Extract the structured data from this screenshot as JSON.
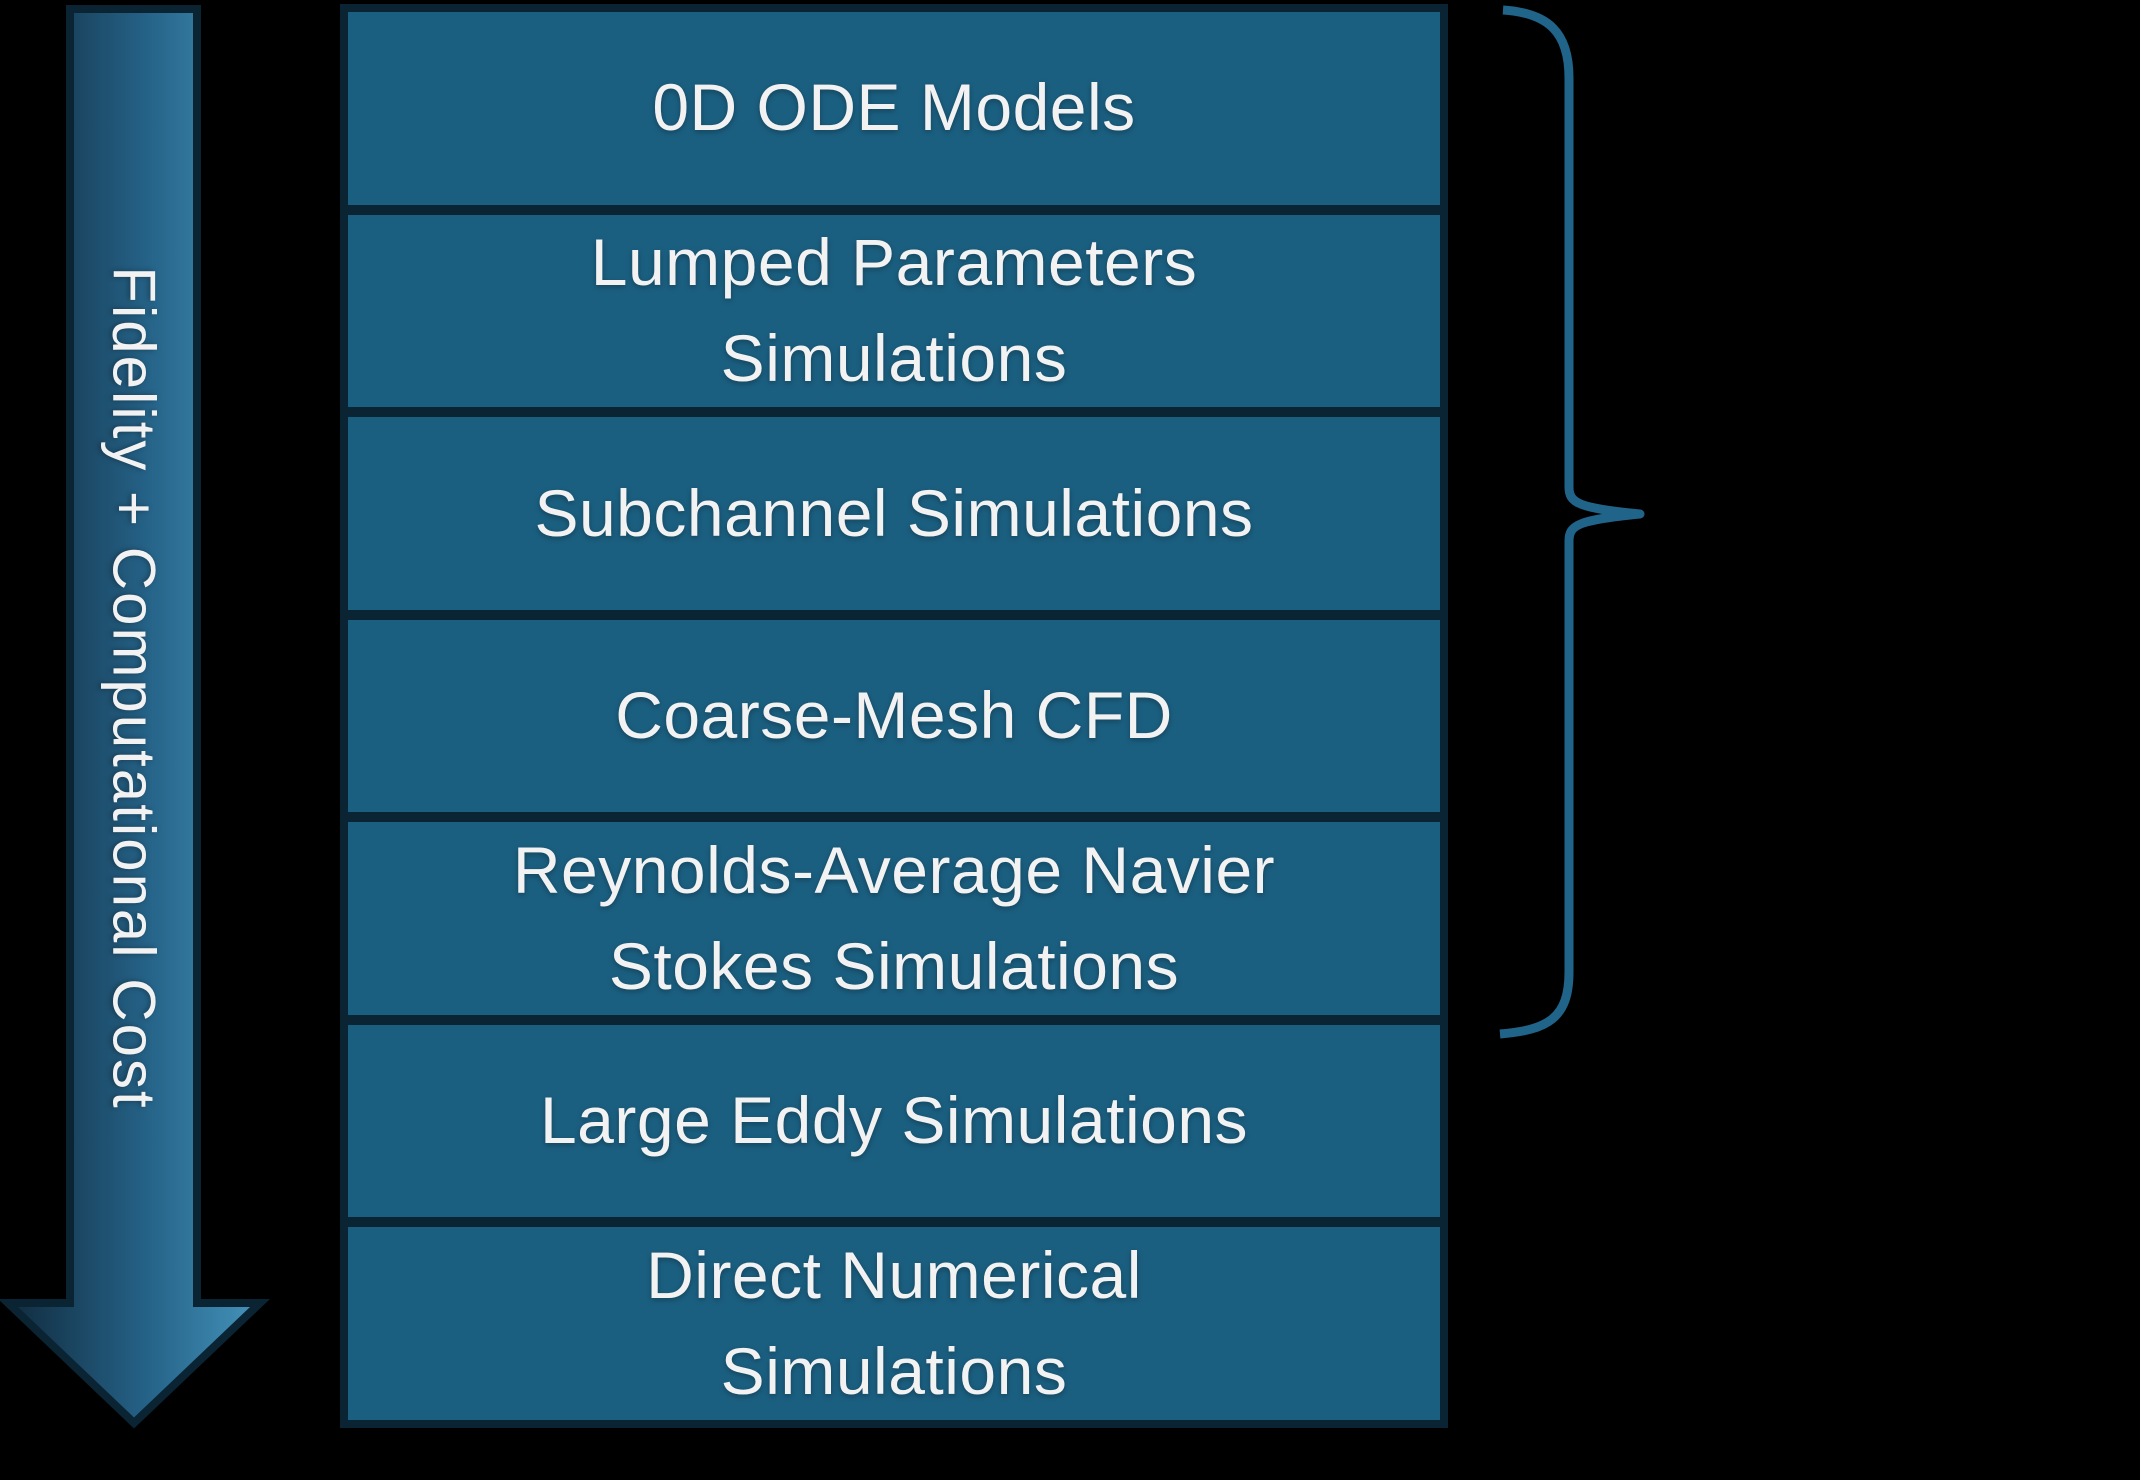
{
  "arrow": {
    "label": "Fidelity + Computational Cost"
  },
  "stack": {
    "boxes": [
      {
        "label": "0D ODE Models"
      },
      {
        "label": "Lumped Parameters\nSimulations"
      },
      {
        "label": "Subchannel Simulations"
      },
      {
        "label": "Coarse-Mesh CFD"
      },
      {
        "label": "Reynolds-Average Navier\nStokes Simulations"
      },
      {
        "label": "Large Eddy Simulations"
      },
      {
        "label": "Direct Numerical\nSimulations"
      }
    ]
  },
  "brace": {
    "spans_boxes_from": "0D ODE Models",
    "spans_boxes_to": "Reynolds-Average Navier Stokes Simulations"
  },
  "colors": {
    "background": "#000000",
    "box_fill": "#1B5F80",
    "box_border": "#0B2433",
    "text": "#F2F2F2",
    "arrow_outline": "#0B2433",
    "arrow_gradient_start": "#112B3E",
    "arrow_gradient_mid": "#256287",
    "arrow_gradient_end": "#4594BC",
    "brace_stroke": "#216489"
  }
}
